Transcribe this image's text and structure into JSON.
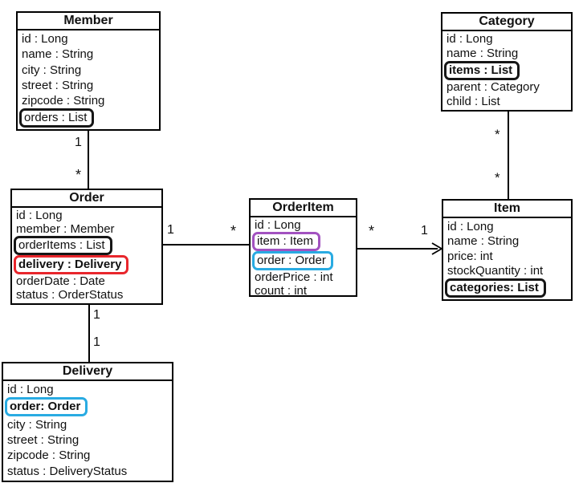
{
  "diagram_type": "uml-class-diagram",
  "highlight_colors": {
    "black": "#161616",
    "red": "#e8262c",
    "purple": "#a252c0",
    "blue": "#29abe2"
  },
  "classes": {
    "member": {
      "name": "Member",
      "attributes": [
        {
          "text": "id : Long",
          "highlight": null
        },
        {
          "text": "name : String",
          "highlight": null
        },
        {
          "text": "city : String",
          "highlight": null
        },
        {
          "text": "street : String",
          "highlight": null
        },
        {
          "text": "zipcode : String",
          "highlight": null
        },
        {
          "text": "orders : List",
          "highlight": "black"
        }
      ]
    },
    "category": {
      "name": "Category",
      "attributes": [
        {
          "text": "id : Long",
          "highlight": null
        },
        {
          "text": "name : String",
          "highlight": null
        },
        {
          "text": "items : List",
          "highlight": "black",
          "bold": true
        },
        {
          "text": "parent : Category",
          "highlight": null
        },
        {
          "text": "child : List",
          "highlight": null
        }
      ]
    },
    "order": {
      "name": "Order",
      "attributes": [
        {
          "text": "id : Long",
          "highlight": null
        },
        {
          "text": "member : Member",
          "highlight": null
        },
        {
          "text": "orderItems : List",
          "highlight": "black"
        },
        {
          "text": "delivery : Delivery",
          "highlight": "red",
          "bold": true
        },
        {
          "text": "orderDate : Date",
          "highlight": null
        },
        {
          "text": "status : OrderStatus",
          "highlight": null
        }
      ]
    },
    "orderItem": {
      "name": "OrderItem",
      "attributes": [
        {
          "text": "id : Long",
          "highlight": null
        },
        {
          "text": "item : Item",
          "highlight": "purple"
        },
        {
          "text": "order : Order",
          "highlight": "blue"
        },
        {
          "text": "orderPrice : int",
          "highlight": null
        },
        {
          "text": "count : int",
          "highlight": null
        }
      ]
    },
    "item": {
      "name": "Item",
      "attributes": [
        {
          "text": "id : Long",
          "highlight": null
        },
        {
          "text": "name : String",
          "highlight": null
        },
        {
          "text": "price: int",
          "highlight": null
        },
        {
          "text": "stockQuantity : int",
          "highlight": null
        },
        {
          "text": "categories: List",
          "highlight": "black",
          "bold": true
        }
      ]
    },
    "delivery": {
      "name": "Delivery",
      "attributes": [
        {
          "text": "id : Long",
          "highlight": null
        },
        {
          "text": "order: Order",
          "highlight": "blue",
          "bold": true
        },
        {
          "text": "city : String",
          "highlight": null
        },
        {
          "text": "street : String",
          "highlight": null
        },
        {
          "text": "zipcode : String",
          "highlight": null
        },
        {
          "text": "status : DeliveryStatus",
          "highlight": null
        }
      ]
    }
  },
  "relationships": {
    "member_order": {
      "from": "Member",
      "to": "Order",
      "from_label": "1",
      "to_label": "*"
    },
    "order_orderitem": {
      "from": "Order",
      "to": "OrderItem",
      "from_label": "1",
      "to_label": "*"
    },
    "orderitem_item": {
      "from": "OrderItem",
      "to": "Item",
      "from_label": "*",
      "to_label": "1",
      "arrow": "open-arrowhead-at-item"
    },
    "order_delivery": {
      "from": "Order",
      "to": "Delivery",
      "from_label": "1",
      "to_label": "1"
    },
    "category_item": {
      "from": "Category",
      "to": "Item",
      "from_label": "*",
      "to_label": "*"
    }
  }
}
